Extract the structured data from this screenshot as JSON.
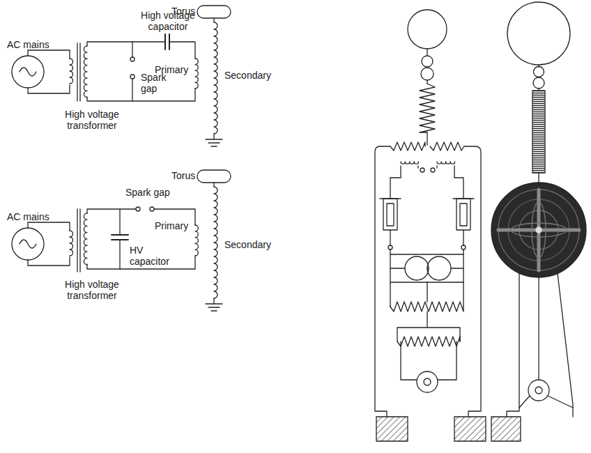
{
  "diagram": {
    "labels": [
      "Torus",
      "High voltage capacitor",
      "AC mains",
      "Primary",
      "Secondary",
      "Spark gap",
      "High voltage transformer",
      "Torus",
      "Spark gap",
      "AC mains",
      "Primary",
      "Secondary",
      "HV capacitor",
      "High voltage transformer"
    ]
  }
}
